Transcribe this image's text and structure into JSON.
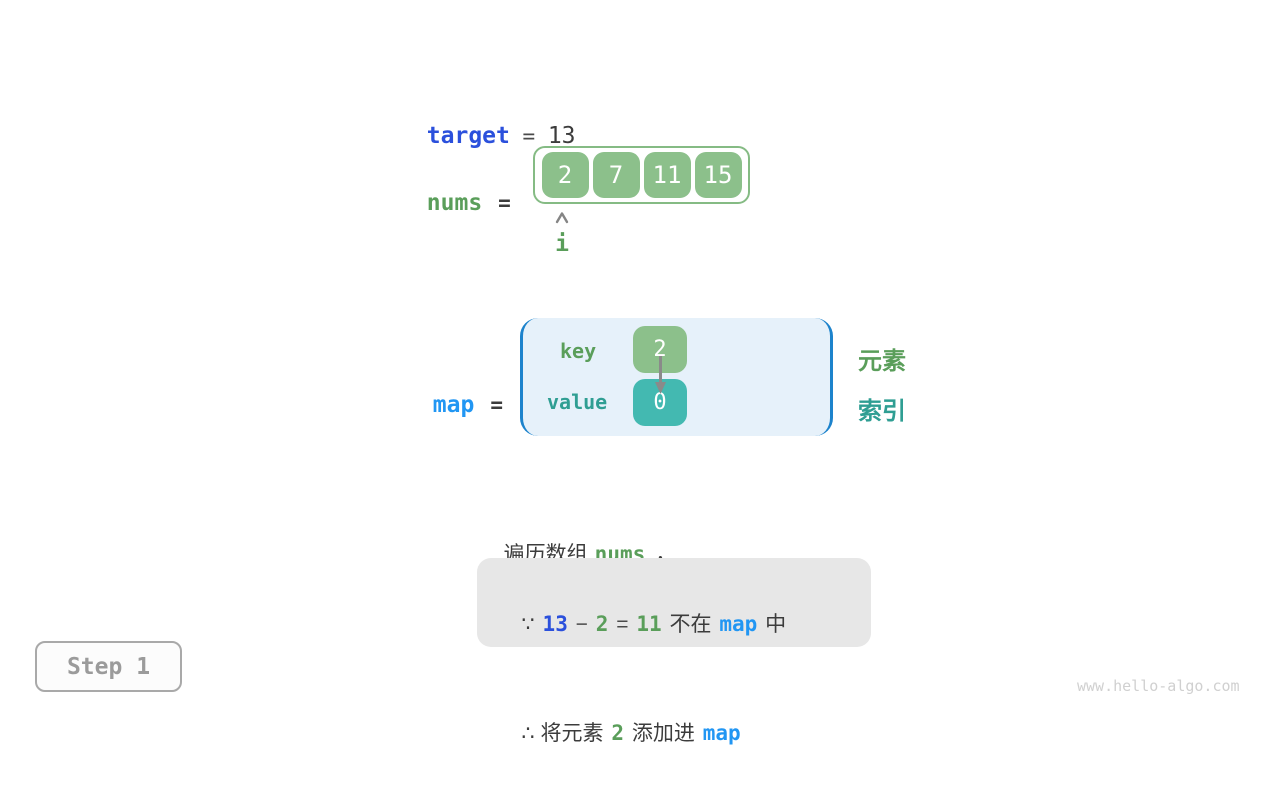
{
  "palette": {
    "royal_blue": "#2b50dc",
    "sky_blue": "#2196f3",
    "green": "#5a9e5a",
    "teal": "#2f9e93",
    "cell_green": "#8cc08b",
    "cell_teal": "#43b9b1",
    "array_border": "#85bb84",
    "map_fill": "#e6f1fa",
    "map_bracket": "#1d83cc",
    "text_dark": "#3c3c3c",
    "note_bg": "#e7e7e7",
    "step_gray": "#9b9b9b",
    "arrow_gray": "#8a8a8a"
  },
  "target_line": {
    "label": "target",
    "equals": " = ",
    "value": "13"
  },
  "nums_line": {
    "label": "nums",
    "equals": "="
  },
  "nums_array": {
    "values": [
      "2",
      "7",
      "11",
      "15"
    ],
    "pointer_label": "i"
  },
  "map_line": {
    "label": "map",
    "equals": "="
  },
  "map_box": {
    "key_label": "key",
    "key_value": "2",
    "value_label": "value",
    "value_value": "0"
  },
  "legend": {
    "element": "元素",
    "index": "索引"
  },
  "caption": {
    "pre": "遍历数组",
    "code": "nums",
    "post": "，"
  },
  "note": {
    "line1": {
      "p1": "∵ ",
      "blue1": "13",
      "p2": " − ",
      "green1": "2",
      "p3": " = ",
      "green2": "11",
      "p4": " 不在 ",
      "sky1": "map",
      "p5": " 中"
    },
    "line2": {
      "p1": "∴ 将元素 ",
      "green1": "2",
      "p2": " 添加进 ",
      "sky1": "map"
    }
  },
  "step": {
    "label": "Step 1"
  },
  "watermark": "www.hello-algo.com"
}
